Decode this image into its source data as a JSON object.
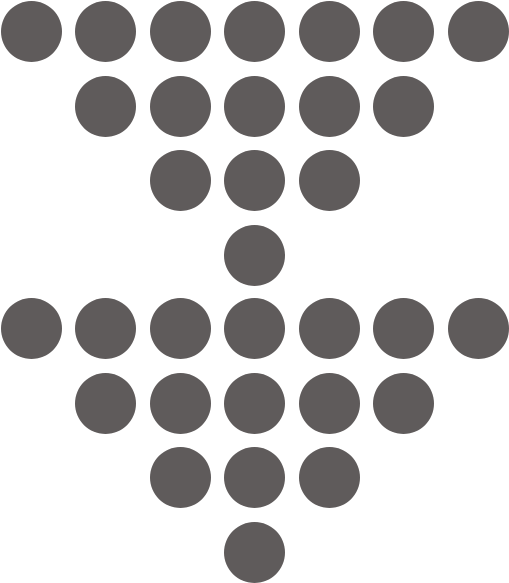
{
  "dot_color": "#5f5b5b",
  "groups": [
    {
      "name": "upper-triangle",
      "rows": [
        7,
        5,
        3,
        1
      ]
    },
    {
      "name": "lower-triangle",
      "rows": [
        7,
        5,
        3,
        1
      ]
    }
  ]
}
